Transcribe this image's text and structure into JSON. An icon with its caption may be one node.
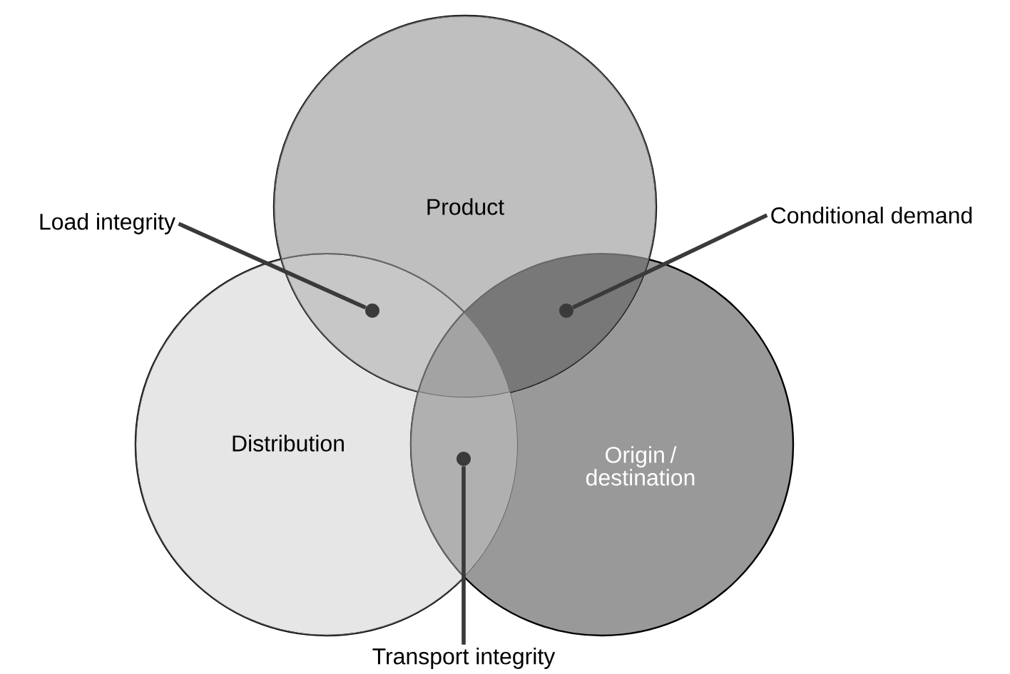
{
  "diagram": {
    "nodes": [
      {
        "text": [
          "Product"
        ]
      },
      {
        "text": [
          "Load integrity"
        ]
      },
      {
        "text": [
          "Conditional demand"
        ]
      },
      {
        "text": [],
        "shape": "circle"
      },
      {
        "text": [],
        "shape": "circle"
      },
      {
        "text": [
          "Distribution"
        ]
      },
      {
        "text": [
          "Origin / destination"
        ]
      },
      {
        "text": [],
        "shape": "circle"
      },
      {
        "text": [
          "Transport integrity"
        ]
      }
    ],
    "edges": [
      {
        "from": 1,
        "to": 3,
        "arrow": "none"
      },
      {
        "from": 2,
        "to": 4,
        "arrow": "none"
      },
      {
        "from": 8,
        "to": 7,
        "arrow": "none"
      }
    ]
  }
}
